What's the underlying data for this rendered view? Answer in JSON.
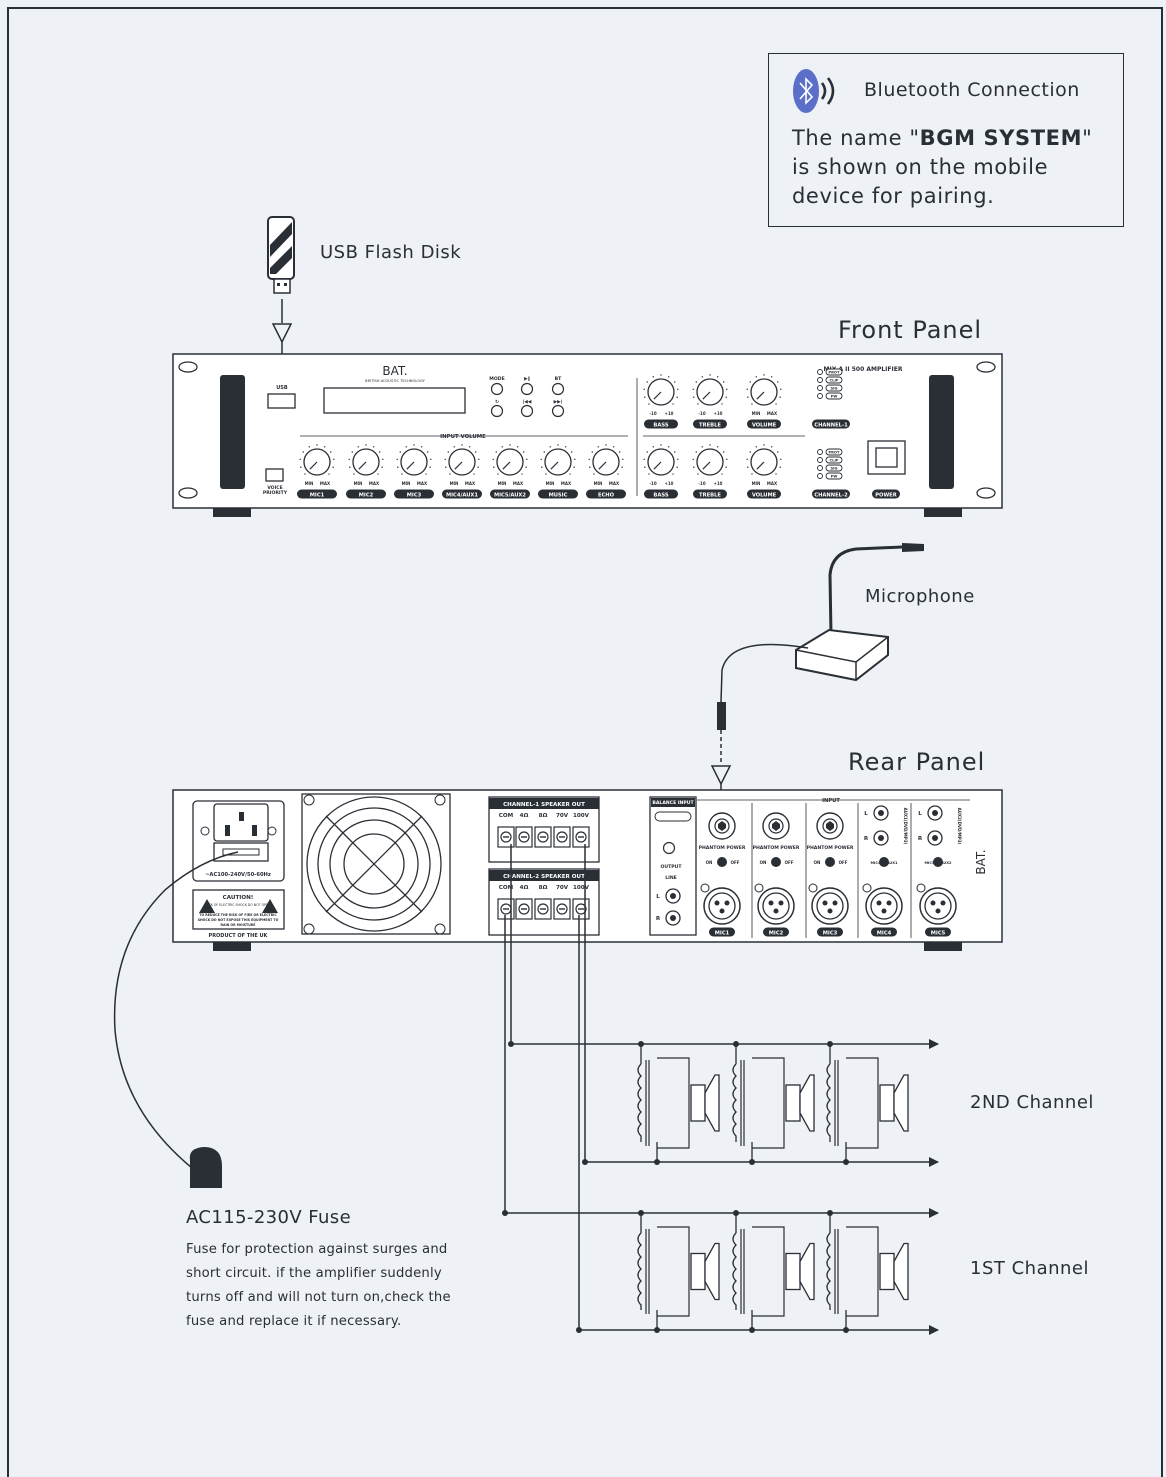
{
  "bluetooth": {
    "title": "Bluetooth Connection",
    "line_pre": "The name \"",
    "device_name": "BGM SYSTEM",
    "line_post": "\" is shown on the mobile device for pairing.",
    "icon": "bluetooth-icon",
    "icon_color": "#5b6fc8"
  },
  "labels": {
    "usb": "USB Flash Disk",
    "front_panel": "Front Panel",
    "rear_panel": "Rear Panel",
    "microphone": "Microphone",
    "channel_2nd": "2ND  Channel",
    "channel_1st": "1ST Channel"
  },
  "fuse": {
    "title": "AC115-230V Fuse",
    "description": "Fuse for protection against surges and short circuit. if the amplifier suddenly turns off and will not turn on,check the fuse and replace it if necessary."
  },
  "front": {
    "brand": "BAT.",
    "brand_sub": "BRITISH ACOUSTIC TECHNOLOGY",
    "model": "MIX A II 500 AMPLIFIER",
    "usb": "USB",
    "voice_priority": "VOICE PRIORITY",
    "input_volume": "INPUT VOLUME",
    "mode": "MODE",
    "play": "▶‖",
    "bt": "BT",
    "prev": "|◀◀",
    "next": "▶▶|",
    "min": "MIN",
    "max": "MAX",
    "minus10": "-10",
    "plus10": "+10",
    "inputs": [
      "MIC1",
      "MIC2",
      "MIC3",
      "MIC4/AUX1",
      "MIC5/AUX2",
      "MUSIC",
      "ECHO"
    ],
    "channel_knobs": [
      "BASS",
      "TREBLE",
      "VOLUME"
    ],
    "channel1": "CHANNEL-1",
    "channel2": "CHANNEL-2",
    "power": "POWER",
    "leds": [
      "PROT",
      "CLIP",
      "SIG",
      "PW"
    ]
  },
  "rear": {
    "ac_label": "~AC100-240V/50-60Hz",
    "caution": "CAUTION!",
    "caution_line": "RISK OF ELECTRIC SHOCK DO NOT OPEN",
    "warning": "TO REDUCE THE RISK OF FIRE OR ELECTRIC SHOCK DO NOT EXPOSE THIS EQUIPMENT TO RAIN OR MOISTURE",
    "product_of": "PRODUCT OF THE UK",
    "ch1_out": "CHANNEL-1 SPEAKER OUT",
    "ch2_out": "CHANNEL-2 SPEAKER OUT",
    "terminals": [
      "COM",
      "4Ω",
      "8Ω",
      "70V",
      "100V"
    ],
    "balance_input": "BALANCE INPUT",
    "input": "INPUT",
    "phantom": "PHANTOM POWER",
    "on": "ON",
    "off": "OFF",
    "output": "OUTPUT",
    "line": "LINE",
    "l": "L",
    "r": "R",
    "mics": [
      "MIC1",
      "MIC2",
      "MIC3",
      "MIC4",
      "MIC5"
    ],
    "aux1": "AUX1(DVD/MP3)",
    "aux2": "AUX2(DVD/MP3)",
    "mic4_aux1": "MIC4 — AUX1",
    "mic5_aux2": "MIC5 — AUX2",
    "brand": "BAT."
  }
}
